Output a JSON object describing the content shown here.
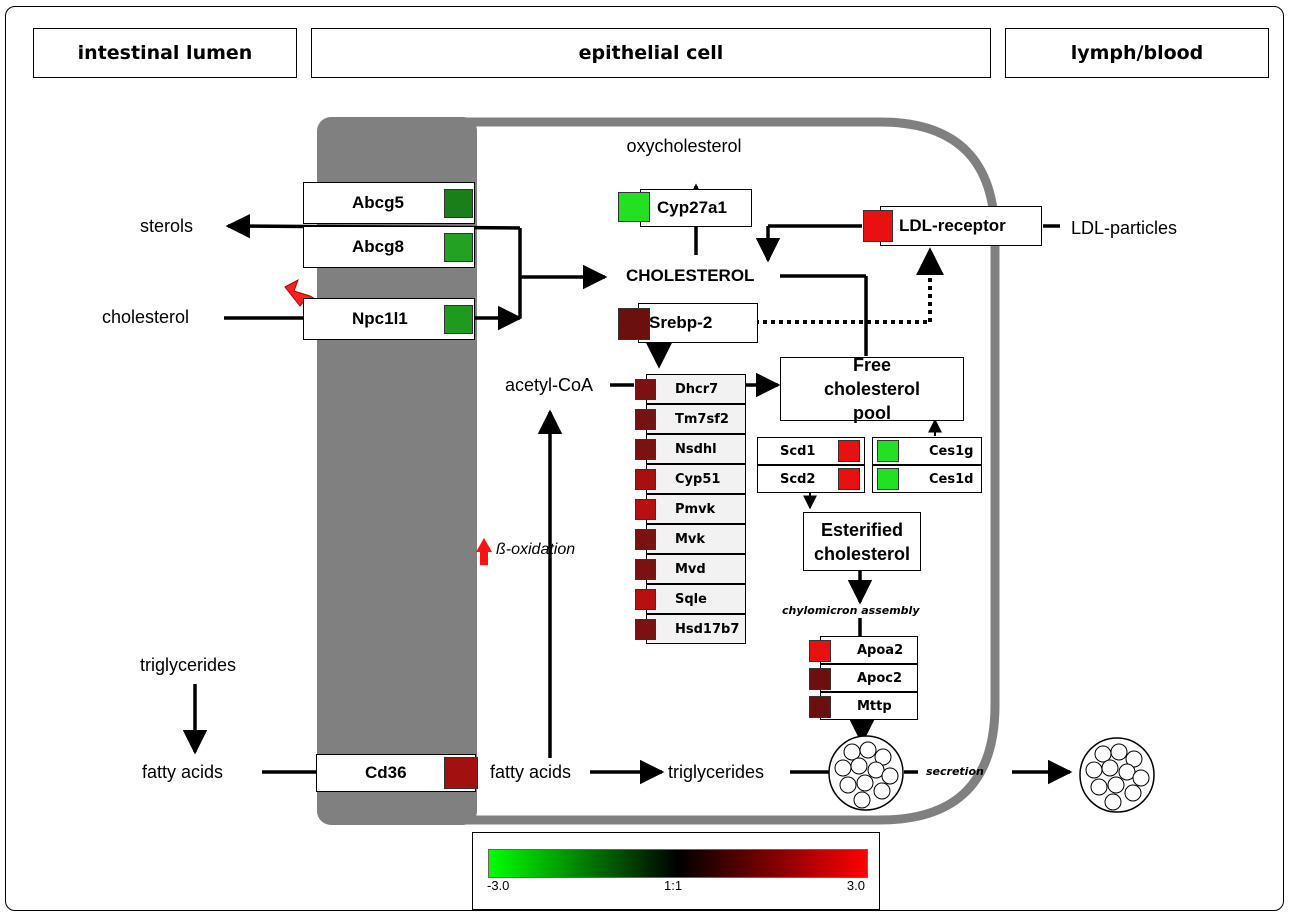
{
  "headers": {
    "lumen": "intestinal lumen",
    "cell": "epithelial cell",
    "blood": "lymph/blood"
  },
  "labels": {
    "oxycholesterol": "oxycholesterol",
    "sterols": "sterols",
    "cholesterol_in": "cholesterol",
    "cholesterol_center": "CHOLESTEROL",
    "ldl_particles": "LDL-particles",
    "acetyl_coa": "acetyl-CoA",
    "beta_oxidation": "ß-oxidation",
    "triglycerides_lumen": "triglycerides",
    "fatty_acids_lumen": "fatty acids",
    "fatty_acids_cell": "fatty acids",
    "triglycerides_cell": "triglycerides",
    "chylomicron_assembly": "chylomicron assembly",
    "secretion": "secretion",
    "free_cholesterol_pool": "Free cholesterol pool",
    "esterified_cholesterol": "Esterified cholesterol"
  },
  "colors": {
    "dark_green": "#1a7f1a",
    "mid_green": "#22a122",
    "bright_green": "#22e022",
    "dark_red": "#6b0f0f",
    "mid_red": "#a11010",
    "bright_red": "#e01010",
    "membrane": "#808080"
  },
  "genes": {
    "abcg5": {
      "name": "Abcg5",
      "color": "#1a7f1a"
    },
    "abcg8": {
      "name": "Abcg8",
      "color": "#22a122"
    },
    "npc1l1": {
      "name": "Npc1l1",
      "color": "#1f9a1f"
    },
    "cd36": {
      "name": "Cd36",
      "color": "#a31010"
    },
    "cyp27a1": {
      "name": "Cyp27a1",
      "color": "#22e022"
    },
    "ldlr": {
      "name": "LDL-receptor",
      "color": "#e81010"
    },
    "srebp2": {
      "name": "Srebp-2",
      "color": "#6b0f0f"
    }
  },
  "synthesis_genes": [
    {
      "name": "Dhcr7",
      "color": "#7a1212"
    },
    {
      "name": "Tm7sf2",
      "color": "#751212"
    },
    {
      "name": "Nsdhl",
      "color": "#7a1212"
    },
    {
      "name": "Cyp51",
      "color": "#a81010"
    },
    {
      "name": "Pmvk",
      "color": "#b81010"
    },
    {
      "name": "Mvk",
      "color": "#7a1212"
    },
    {
      "name": "Mvd",
      "color": "#7a1212"
    },
    {
      "name": "Sqle",
      "color": "#b81010"
    },
    {
      "name": "Hsd17b7",
      "color": "#7a1212"
    }
  ],
  "ester_genes_left": [
    {
      "name": "Scd1",
      "color": "#e81010"
    },
    {
      "name": "Scd2",
      "color": "#e81010"
    }
  ],
  "ester_genes_right": [
    {
      "name": "Ces1g",
      "color": "#22e022"
    },
    {
      "name": "Ces1d",
      "color": "#22e022"
    }
  ],
  "apo_genes": [
    {
      "name": "Apoa2",
      "color": "#e81010"
    },
    {
      "name": "Apoc2",
      "color": "#6b0f0f"
    },
    {
      "name": "Mttp",
      "color": "#6b0f0f"
    }
  ],
  "scale": {
    "min": "-3.0",
    "mid": "1:1",
    "max": "3.0",
    "colors": [
      "#00ff00",
      "#000000",
      "#ff0000"
    ]
  }
}
